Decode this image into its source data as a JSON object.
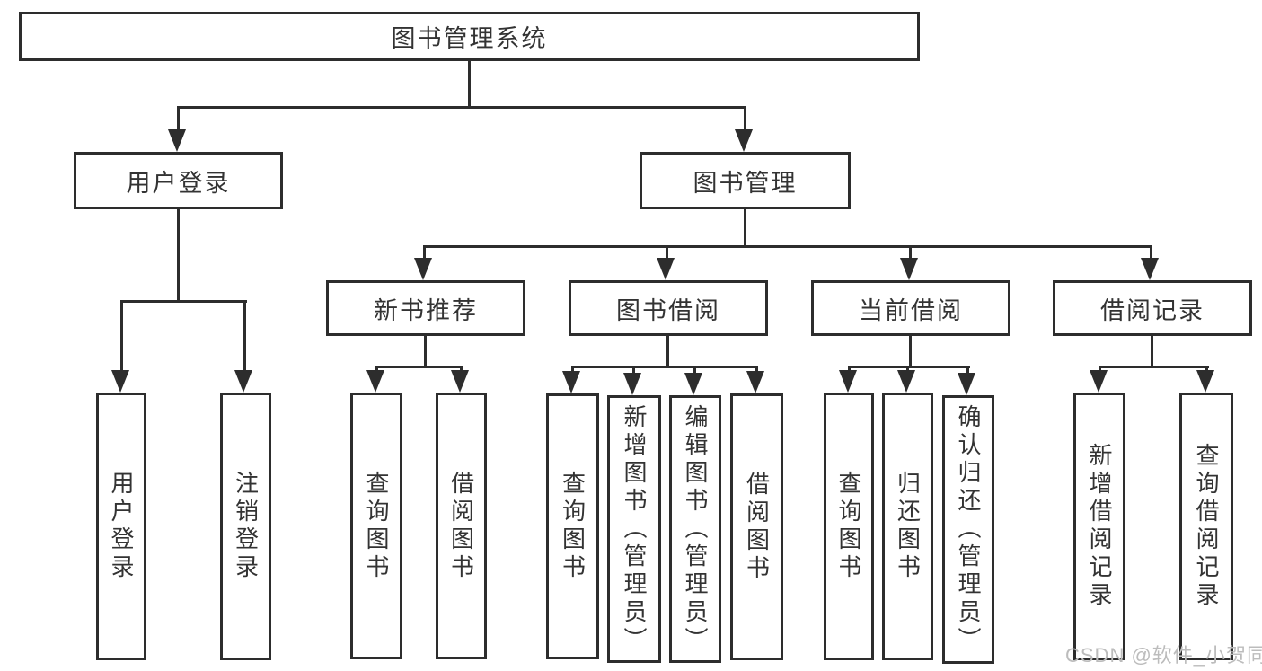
{
  "title": "图书管理系统",
  "nodes": {
    "root": "图书管理系统",
    "user_login": "用户登录",
    "book_mgmt": "图书管理",
    "new_book_rec": "新书推荐",
    "book_borrow": "图书借阅",
    "current_borrow": "当前借阅",
    "borrow_records": "借阅记录",
    "leaf_user_login": "用户登录",
    "leaf_logout": "注销登录",
    "leaf_query_book": "查询图书",
    "leaf_borrow_book": "借阅图书",
    "leaf_add_book_admin": "新增图书（管理员）",
    "leaf_edit_book_admin": "编辑图书（管理员）",
    "leaf_return_book": "归还图书",
    "leaf_confirm_return_admin": "确认归还（管理员）",
    "leaf_add_borrow_record": "新增借阅记录",
    "leaf_query_borrow_record": "查询借阅记录"
  },
  "watermark": "CSDN @软件_小贺同学",
  "colors": {
    "line": "#2d2d2d",
    "text": "#333333",
    "watermark": "#bcbcbc",
    "background": "#ffffff"
  }
}
